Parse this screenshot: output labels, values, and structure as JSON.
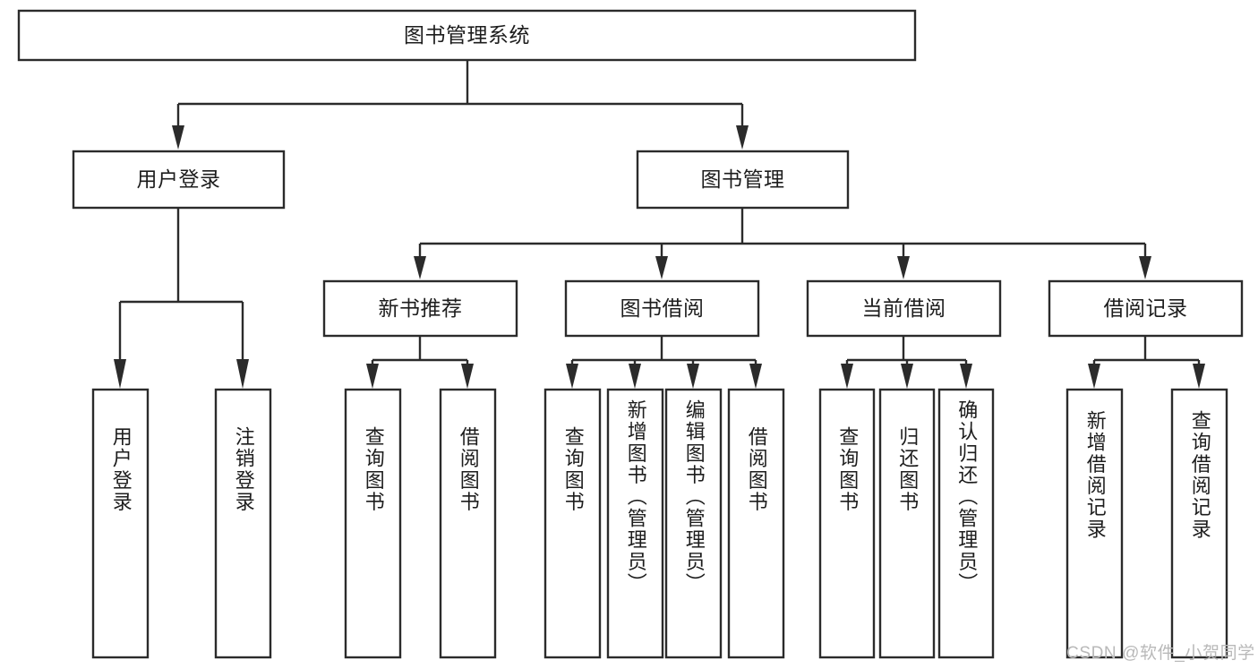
{
  "diagram": {
    "title": "图书管理系统",
    "type": "functional-decomposition-tree",
    "root": {
      "label": "图书管理系统",
      "orientation": "horizontal"
    },
    "level2": [
      {
        "label": "用户登录",
        "orientation": "horizontal"
      },
      {
        "label": "图书管理",
        "orientation": "horizontal"
      }
    ],
    "level3": [
      {
        "label": "新书推荐",
        "orientation": "horizontal",
        "parent": "图书管理"
      },
      {
        "label": "图书借阅",
        "orientation": "horizontal",
        "parent": "图书管理"
      },
      {
        "label": "当前借阅",
        "orientation": "horizontal",
        "parent": "图书管理"
      },
      {
        "label": "借阅记录",
        "orientation": "horizontal",
        "parent": "图书管理"
      }
    ],
    "leaves": {
      "user_login": [
        {
          "label": "用户登录",
          "orientation": "vertical"
        },
        {
          "label": "注销登录",
          "orientation": "vertical"
        }
      ],
      "new_book_recommend": [
        {
          "label": "查询图书",
          "orientation": "vertical"
        },
        {
          "label": "借阅图书",
          "orientation": "vertical"
        }
      ],
      "book_borrow": [
        {
          "label": "查询图书",
          "orientation": "vertical"
        },
        {
          "label": "新增图书（管理员）",
          "orientation": "vertical"
        },
        {
          "label": "编辑图书（管理员）",
          "orientation": "vertical"
        },
        {
          "label": "借阅图书",
          "orientation": "vertical"
        }
      ],
      "current_borrow": [
        {
          "label": "查询图书",
          "orientation": "vertical"
        },
        {
          "label": "归还图书",
          "orientation": "vertical"
        },
        {
          "label": "确认归还（管理员）",
          "orientation": "vertical"
        }
      ],
      "borrow_record": [
        {
          "label": "新增借阅记录",
          "orientation": "vertical"
        },
        {
          "label": "查询借阅记录",
          "orientation": "vertical"
        }
      ]
    },
    "colors": {
      "stroke": "#2b2b2b",
      "fill": "#ffffff",
      "text": "#1d1d1d",
      "watermark": "#b9b9b9",
      "background": "#ffffff"
    }
  },
  "watermark": {
    "text": "CSDN @软件_小贺同学"
  }
}
